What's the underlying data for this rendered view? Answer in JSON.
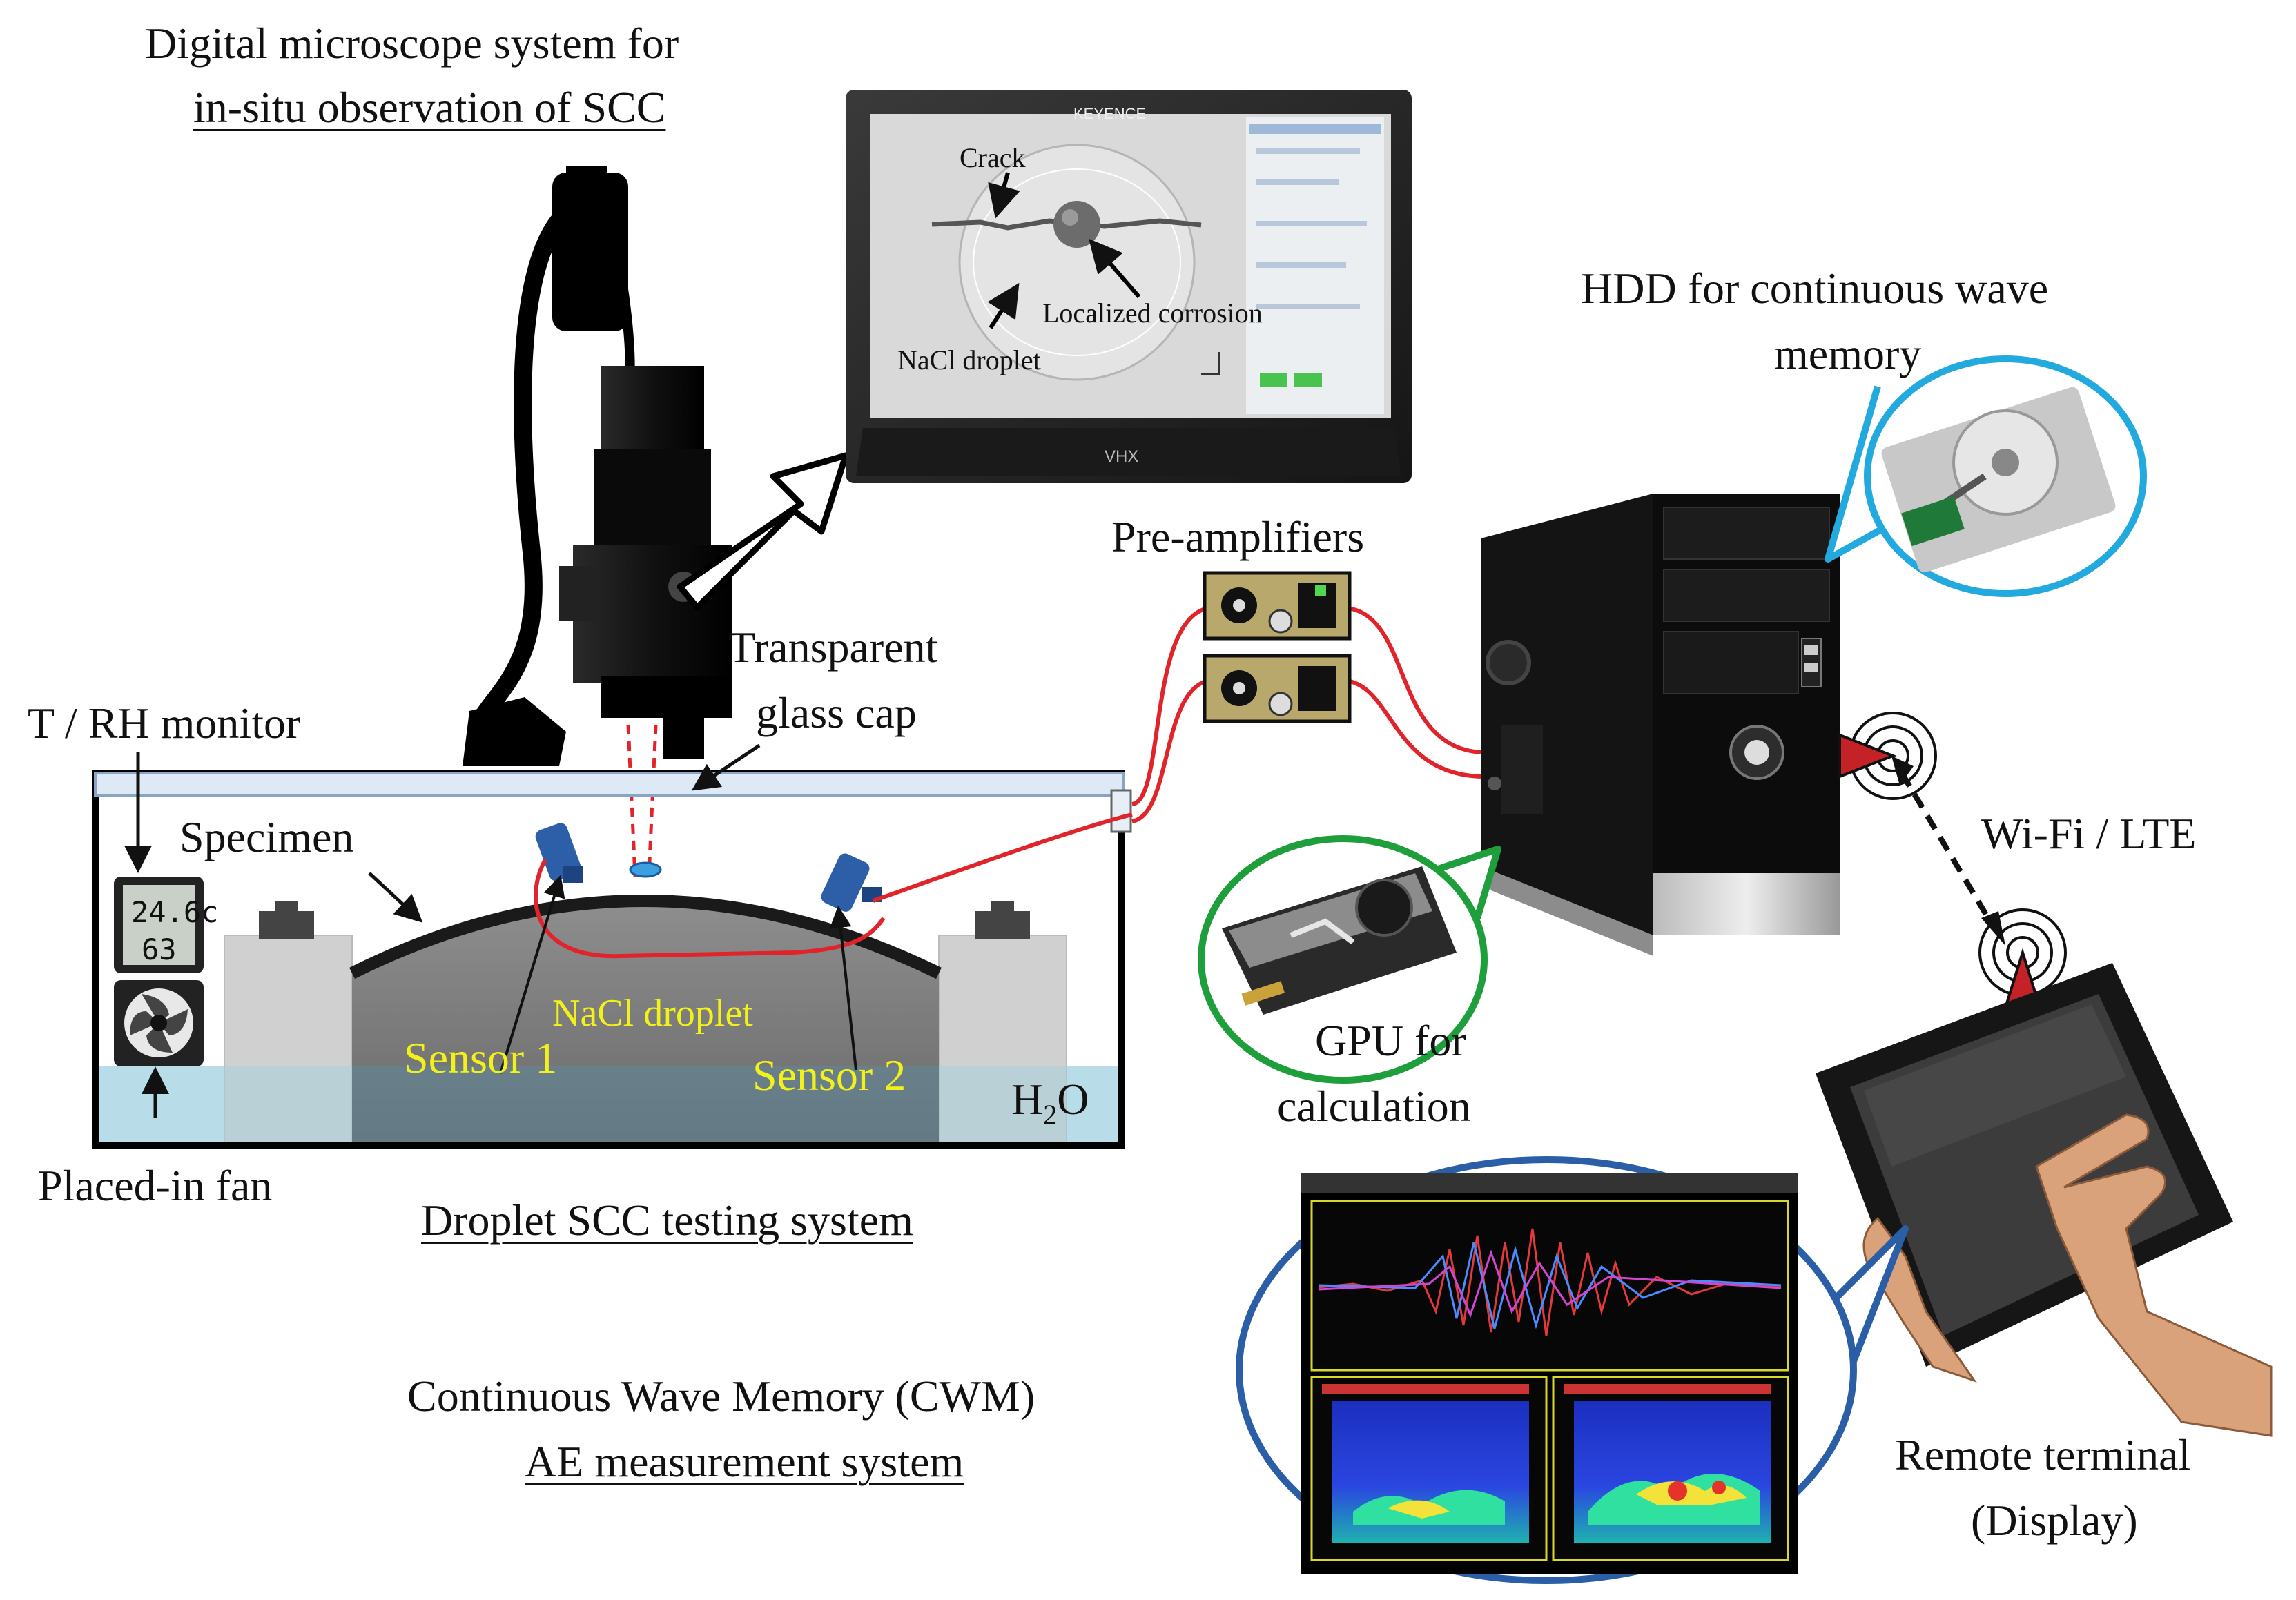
{
  "microscope": {
    "title_line1": "Digital microscope system for",
    "title_line2": "in-situ observation of SCC",
    "brand_top": "KEYENCE",
    "brand_bottom": "VHX",
    "label_crack": "Crack",
    "label_localized_corrosion": "Localized corrosion",
    "label_nacl_droplet": "NaCl droplet"
  },
  "scc_system": {
    "label_transparent_cap_line1": "Transparent",
    "label_transparent_cap_line2": "glass cap",
    "label_t_rh_monitor": "T / RH monitor",
    "monitor_temp": "24.6c",
    "monitor_rh": "63",
    "label_specimen": "Specimen",
    "label_nacl_droplet": "NaCl droplet",
    "label_sensor1": "Sensor 1",
    "label_sensor2": "Sensor 2",
    "label_water": "H",
    "label_water_sub": "2",
    "label_water_suffix": "O",
    "label_fan": "Placed-in fan",
    "caption": "Droplet SCC testing system"
  },
  "acquisition": {
    "label_preamplifiers": "Pre-amplifiers",
    "label_hdd_line1": "HDD for continuous wave",
    "label_hdd_line2": "memory",
    "label_gpu_line1": "GPU for",
    "label_gpu_line2": "calculation",
    "label_wifi": "Wi-Fi / LTE"
  },
  "cwm": {
    "caption_line1": "Continuous Wave Memory (CWM)",
    "caption_line2": "AE measurement system"
  },
  "remote": {
    "label_line1": "Remote terminal",
    "label_line2": "(Display)"
  },
  "colors": {
    "cable_red": "#e0242a",
    "sensor_blue": "#2c5fa8",
    "water_blue": "#b9dde8",
    "hdd_callout": "#22a9de",
    "gpu_callout": "#1f9e3c",
    "cwm_callout": "#2a5fa8",
    "label_yellow": "#f2f21a"
  }
}
